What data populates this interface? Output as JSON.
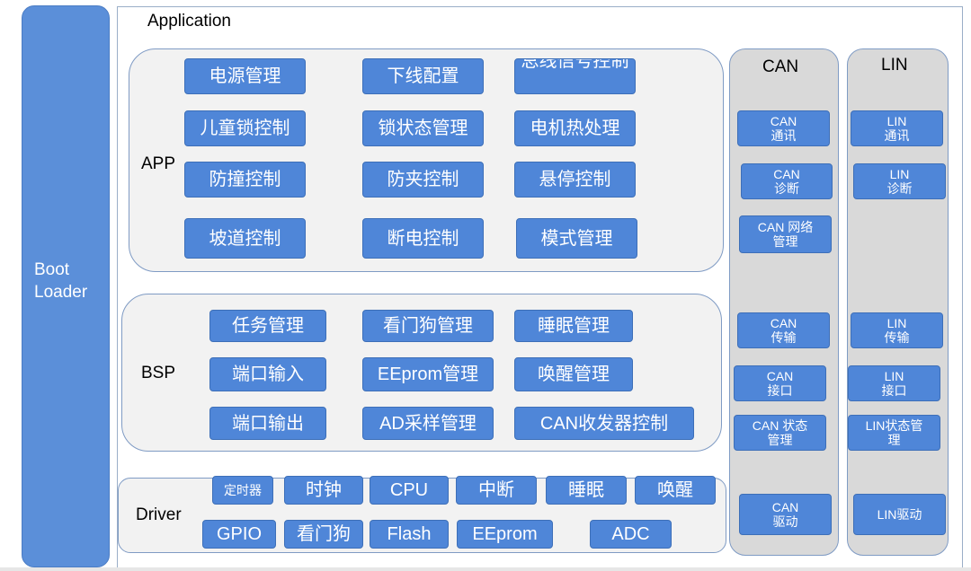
{
  "boot_loader": {
    "line1": "Boot",
    "line2": "Loader"
  },
  "application": {
    "title": "Application"
  },
  "app_group": {
    "label": "APP",
    "modules": [
      "电源管理",
      "下线配置",
      "总线信号控制",
      "儿童锁控制",
      "锁状态管理",
      "电机热处理",
      "防撞控制",
      "防夹控制",
      "悬停控制",
      "坡道控制",
      "断电控制",
      "模式管理"
    ]
  },
  "bsp_group": {
    "label": "BSP",
    "modules": [
      "任务管理",
      "看门狗管理",
      "睡眠管理",
      "端口输入",
      "EEprom管理",
      "唤醒管理",
      "端口输出",
      "AD采样管理",
      "CAN收发器控制"
    ]
  },
  "driver_group": {
    "label": "Driver",
    "row1": [
      "定时器",
      "时钟",
      "CPU",
      "中断",
      "睡眠",
      "唤醒"
    ],
    "row2": [
      "GPIO",
      "看门狗",
      "Flash",
      "EEprom",
      "ADC"
    ]
  },
  "can_column": {
    "title": "CAN",
    "modules": [
      "CAN\n通讯",
      "CAN\n诊断",
      "CAN 网络\n管理",
      "CAN\n传输",
      "CAN\n接口",
      "CAN 状态\n管理",
      "CAN\n驱动"
    ]
  },
  "lin_column": {
    "title": "LIN",
    "modules": [
      "LIN\n通讯",
      "LIN\n诊断",
      "LIN\n传输",
      "LIN\n接口",
      "LIN状态管\n理",
      "LIN驱动"
    ]
  },
  "colors": {
    "module_fill": "#4f86d8",
    "boot_fill": "#5b8fd9",
    "group_fill": "#f2f2f2",
    "column_fill": "#d9d9d9"
  }
}
